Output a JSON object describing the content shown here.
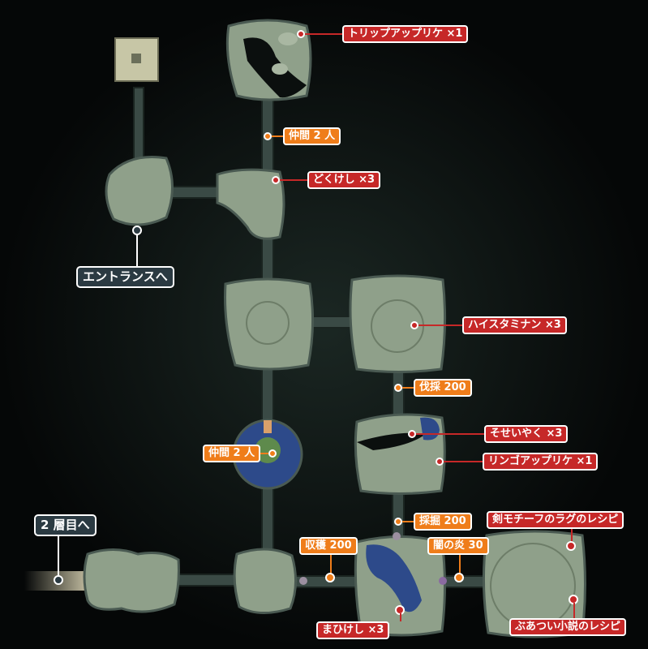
{
  "labels": {
    "trip_applique": "トリップアップリケ ×1",
    "companion_top": "仲間 2 人",
    "dokukeshi": "どくけし ×3",
    "to_entrance": "エントランスへ",
    "high_stamina": "ハイスタミナン ×3",
    "logging": "伐採 200",
    "seiseiyaku": "そせいやく ×3",
    "apple_applique": "リンゴアップリケ ×1",
    "companion_mid": "仲間 2 人",
    "to_floor2": "2 層目へ",
    "mining": "採掘 200",
    "sword_rug": "剣モチーフのラグのレシピ",
    "harvest": "収穫 200",
    "dark_flame": "闇の炎 30",
    "mahiyake": "まひけし ×3",
    "thick_novel": "ぶあつい小説のレシピ"
  },
  "colors": {
    "item_marker": "#c62828",
    "gather_marker": "#ef7d1a",
    "room_floor": "#8fa08a",
    "corridor": "#3a4a45",
    "nav_box": "#2b3a42"
  }
}
